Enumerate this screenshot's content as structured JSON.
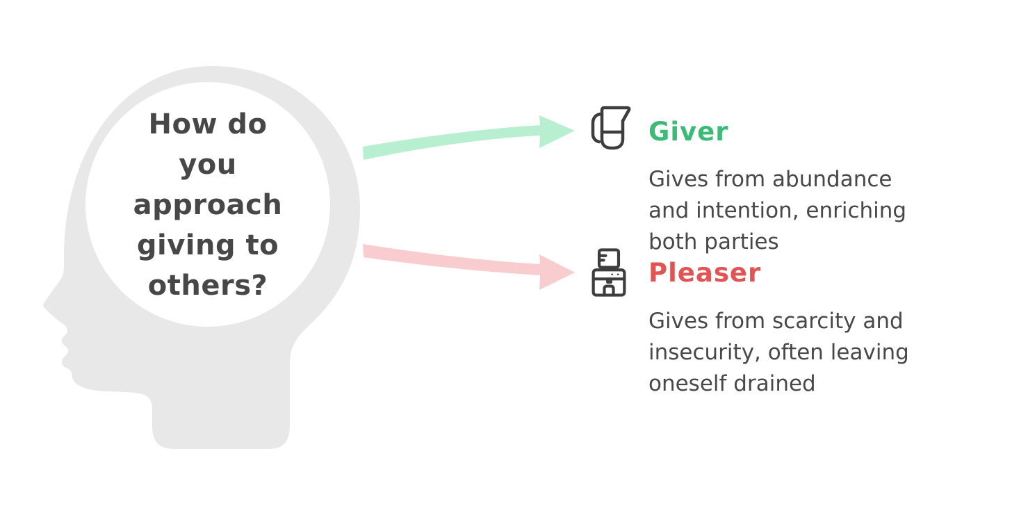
{
  "colors": {
    "background": "#ffffff",
    "head_fill": "#e8e8e8",
    "thought_circle_fill": "#ffffff",
    "question_text": "#474747",
    "description_text": "#484848",
    "giver_accent": "#3cbb76",
    "pleaser_accent": "#e25353",
    "arrow_green": "#b8efd1",
    "arrow_pink": "#f9cdcf",
    "icon_stroke": "#3d3d3d"
  },
  "head": {
    "question": "How do\nyou\napproach\ngiving to\nothers?"
  },
  "branches": [
    {
      "id": "giver",
      "label": "Giver",
      "description": "Gives from abundance\nand intention, enriching\nboth parties",
      "icon": "pitcher-icon",
      "accent": "#3cbb76",
      "arrow_color": "#b8efd1"
    },
    {
      "id": "pleaser",
      "label": "Pleaser",
      "description": "Gives from scarcity and\ninsecurity, often leaving\noneself drained",
      "icon": "water-dispenser-icon",
      "accent": "#e25353",
      "arrow_color": "#f9cdcf"
    }
  ]
}
